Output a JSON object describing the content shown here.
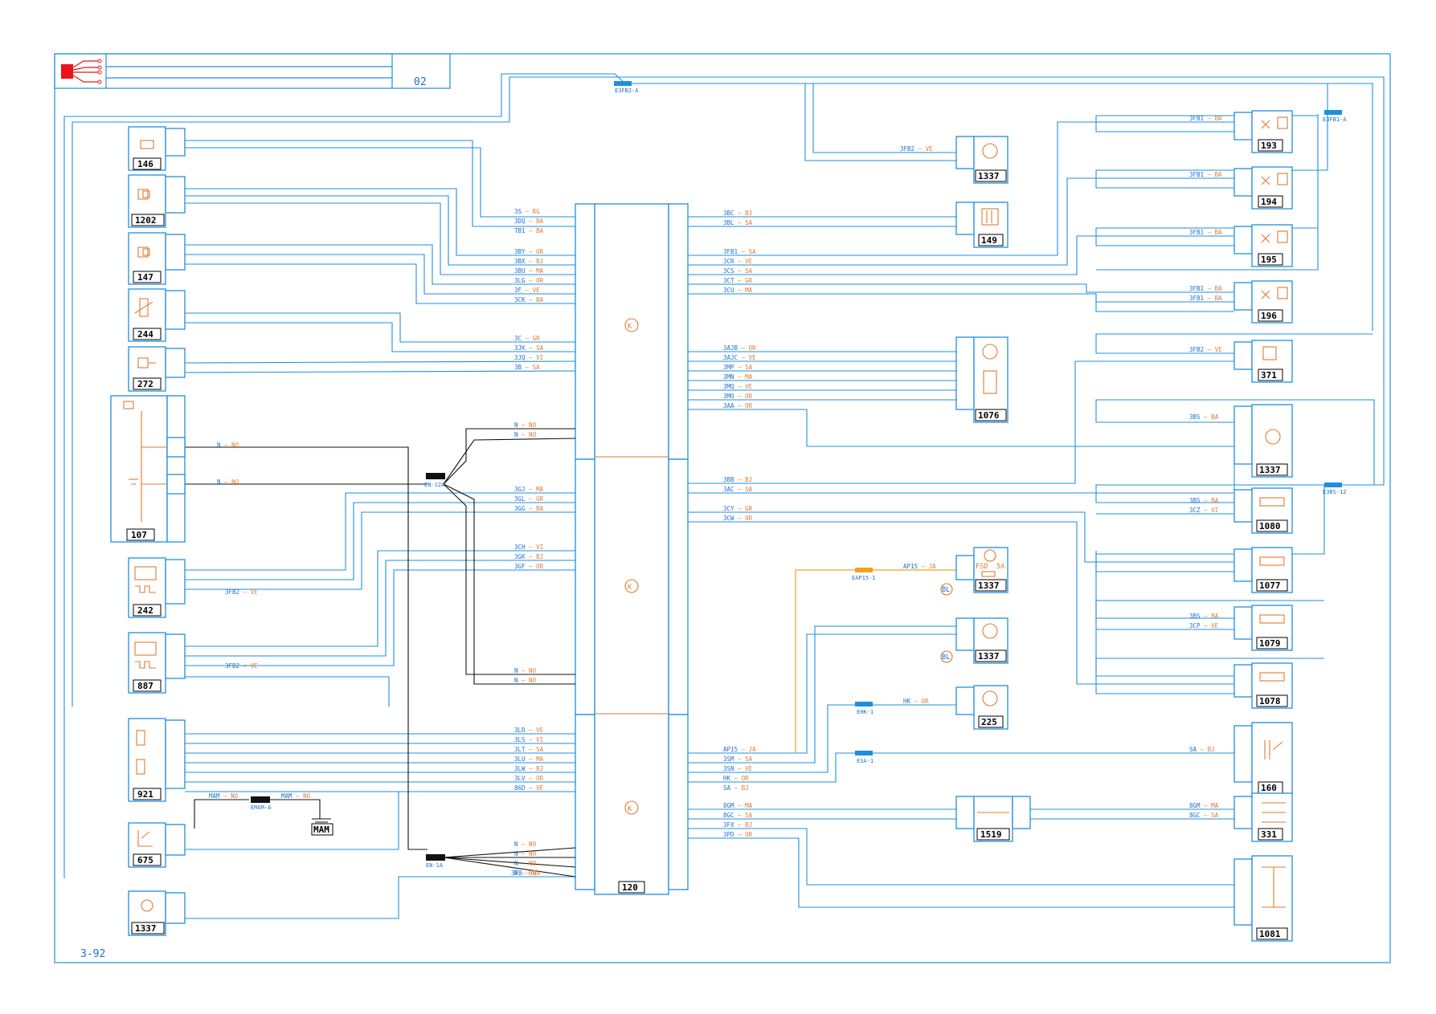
{
  "sheet": {
    "code": "02",
    "page_ref": "3-92"
  },
  "components": {
    "c146": "146",
    "c1202": "1202",
    "c147": "147",
    "c244": "244",
    "c272": "272",
    "c107": "107",
    "c242": "242",
    "c887": "887",
    "c921": "921",
    "c675": "675",
    "c1337a": "1337",
    "c120": "120",
    "c1337b": "1337",
    "c149": "149",
    "c1076": "1076",
    "c1337c": "1337",
    "c1337d": "1337",
    "c1337e": "1337",
    "c225": "225",
    "c1519": "1519",
    "c193": "193",
    "c194": "194",
    "c195": "195",
    "c196": "196",
    "c371": "371",
    "c1337f": "1337",
    "c1080": "1080",
    "c1077": "1077",
    "c1079": "1079",
    "c1078": "1078",
    "c160": "160",
    "c331": "331",
    "c1081": "1081",
    "mam": "MAM"
  },
  "connectors": {
    "e3fb2a": "E3FB2-A",
    "e3fb1a": "E3FB1-A",
    "e3bs12": "E3BS-12",
    "en12a": "EN-12A",
    "en1a": "EN-1A",
    "emama": "EMAM-A",
    "eap151": "EAP15-1",
    "ehk1": "EHK-1",
    "esa1": "ESA-1"
  },
  "labels": {
    "fsd": "FSD",
    "fsd_rating": "5A",
    "bl1": "BL",
    "bl2": "BL"
  },
  "wires_left": [
    [
      "3S",
      "RG"
    ],
    [
      "3DQ",
      "BA"
    ],
    [
      "TB1",
      "BA"
    ],
    [
      "3BY",
      "OR"
    ],
    [
      "3BX",
      "BJ"
    ],
    [
      "3BU",
      "MA"
    ],
    [
      "3LG",
      "OR"
    ],
    [
      "3F",
      "VE"
    ],
    [
      "3CK",
      "BA"
    ],
    [
      "3C",
      "GR"
    ],
    [
      "3JK",
      "SA"
    ],
    [
      "3JQ",
      "VI"
    ],
    [
      "3B",
      "SA"
    ],
    [
      "N",
      "NO"
    ],
    [
      "N",
      "NO"
    ],
    [
      "3GJ",
      "MA"
    ],
    [
      "3GL",
      "GR"
    ],
    [
      "3GG",
      "BA"
    ],
    [
      "3CH",
      "VI"
    ],
    [
      "3GK",
      "BJ"
    ],
    [
      "3GF",
      "OR"
    ],
    [
      "N",
      "NO"
    ],
    [
      "N",
      "NO"
    ],
    [
      "3LR",
      "VE"
    ],
    [
      "3LS",
      "VI"
    ],
    [
      "3LT",
      "SA"
    ],
    [
      "3LU",
      "MA"
    ],
    [
      "3LW",
      "BJ"
    ],
    [
      "3LV",
      "OR"
    ],
    [
      "86D",
      "VE"
    ],
    [
      "N",
      "NO"
    ],
    [
      "N",
      "NO"
    ],
    [
      "N",
      "NO"
    ],
    [
      "N",
      "NO"
    ],
    [
      "3FB",
      "BA"
    ]
  ],
  "wires_right": [
    [
      "3BC",
      "BJ"
    ],
    [
      "3BL",
      "SA"
    ],
    [
      "3FB1",
      "SA"
    ],
    [
      "3CR",
      "VE"
    ],
    [
      "3CS",
      "SA"
    ],
    [
      "3CT",
      "GR"
    ],
    [
      "3CU",
      "MA"
    ],
    [
      "3AJB",
      "OR"
    ],
    [
      "3AJC",
      "VE"
    ],
    [
      "3MP",
      "SA"
    ],
    [
      "3MN",
      "MA"
    ],
    [
      "3MQ",
      "VE"
    ],
    [
      "3MO",
      "OR"
    ],
    [
      "3AA",
      "OR"
    ],
    [
      "3BB",
      "BJ"
    ],
    [
      "3AC",
      "SA"
    ],
    [
      "3CY",
      "GR"
    ],
    [
      "3CW",
      "OR"
    ],
    [
      "AP15",
      "JA"
    ],
    [
      "3SM",
      "SA"
    ],
    [
      "3SN",
      "VE"
    ],
    [
      "HK",
      "OR"
    ],
    [
      "SA",
      "BJ"
    ],
    [
      "8GM",
      "MA"
    ],
    [
      "8GC",
      "SA"
    ],
    [
      "3FX",
      "BJ"
    ],
    [
      "3PD",
      "OR"
    ]
  ],
  "wires_far": [
    [
      "3FB1",
      "BA"
    ],
    [
      "3FB2",
      "VE"
    ],
    [
      "3FB1",
      "BA"
    ],
    [
      "3FB1",
      "BA"
    ],
    [
      "3FB1",
      "BA"
    ],
    [
      "3FB1",
      "BA"
    ],
    [
      "3FB2",
      "VE"
    ],
    [
      "3BS",
      "BA"
    ],
    [
      "3BS",
      "BA"
    ],
    [
      "3CZ",
      "VI"
    ],
    [
      "3BS",
      "BA"
    ],
    [
      "3CP",
      "VE"
    ],
    [
      "SA",
      "BJ"
    ],
    [
      "8GM",
      "MA"
    ],
    [
      "8GC",
      "SA"
    ],
    [
      "AP15",
      "JA"
    ],
    [
      "HK",
      "OR"
    ],
    [
      "3FB2",
      "VE"
    ],
    [
      "3FB2",
      "VE"
    ],
    [
      "N",
      "NO"
    ],
    [
      "N",
      "NO"
    ],
    [
      "MAM",
      "NO"
    ],
    [
      "MAM",
      "NO"
    ]
  ],
  "colors": {
    "wire": "#1e8fe0",
    "text": "#e07a32",
    "accent": "#f0a020"
  }
}
